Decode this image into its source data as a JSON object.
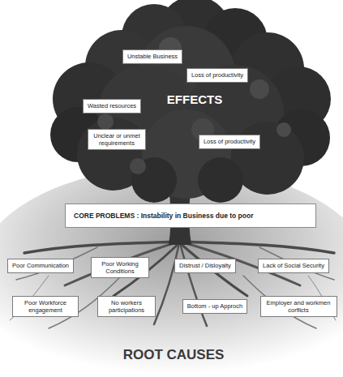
{
  "diagram": {
    "nodes": [
      {
        "text": [
          "Unstable Business"
        ]
      },
      {
        "text": [
          "Loss of productivity"
        ]
      },
      {
        "text": [
          "Wasted resources"
        ]
      },
      {
        "text": [
          "Unclear or unmet requirements"
        ]
      },
      {
        "text": [
          "Loss of productivity"
        ]
      },
      {
        "text": [
          "CORE PROBLEMS : Instability in Business due to poor"
        ]
      },
      {
        "text": [
          "Poor Communication"
        ]
      },
      {
        "text": [
          "Poor Working Conditions"
        ]
      },
      {
        "text": [
          "Distrust / Disloyalty"
        ]
      },
      {
        "text": [
          "Lack of Social Security"
        ]
      },
      {
        "text": [
          "Poor Workforce engagement"
        ]
      },
      {
        "text": [
          "No workers participations"
        ]
      },
      {
        "text": [
          "Bottom - up Approch"
        ]
      },
      {
        "text": [
          "Employer and workmen corflicts"
        ]
      }
    ],
    "labels": [
      "EFFECTS",
      "ROOT CAUSES"
    ]
  }
}
